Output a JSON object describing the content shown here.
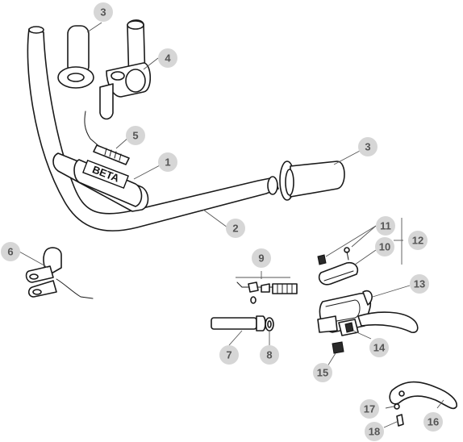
{
  "callouts": [
    {
      "id": "c3a",
      "label": "3"
    },
    {
      "id": "c4",
      "label": "4"
    },
    {
      "id": "c5",
      "label": "5"
    },
    {
      "id": "c1",
      "label": "1"
    },
    {
      "id": "c3b",
      "label": "3"
    },
    {
      "id": "c2",
      "label": "2"
    },
    {
      "id": "c6",
      "label": "6"
    },
    {
      "id": "c11",
      "label": "11"
    },
    {
      "id": "c10",
      "label": "10"
    },
    {
      "id": "c12",
      "label": "12"
    },
    {
      "id": "c9",
      "label": "9"
    },
    {
      "id": "c13",
      "label": "13"
    },
    {
      "id": "c7",
      "label": "7"
    },
    {
      "id": "c8",
      "label": "8"
    },
    {
      "id": "c14",
      "label": "14"
    },
    {
      "id": "c15",
      "label": "15"
    },
    {
      "id": "c17",
      "label": "17"
    },
    {
      "id": "c16",
      "label": "16"
    },
    {
      "id": "c18",
      "label": "18"
    }
  ],
  "pad_text": "BETA"
}
